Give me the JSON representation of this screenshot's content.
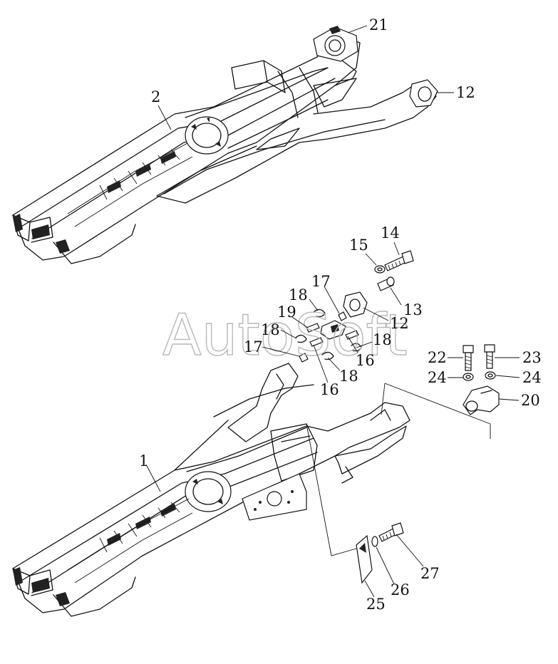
{
  "watermark": "AutoSoft",
  "callouts": {
    "c1": "1",
    "c2": "2",
    "c12a": "12",
    "c12b": "12",
    "c13": "13",
    "c14": "14",
    "c15": "15",
    "c16a": "16",
    "c16b": "16",
    "c17a": "17",
    "c17b": "17",
    "c18a": "18",
    "c18b": "18",
    "c18c": "18",
    "c18d": "18",
    "c19": "19",
    "c20": "20",
    "c21": "21",
    "c22": "22",
    "c23": "23",
    "c24a": "24",
    "c24b": "24",
    "c25": "25",
    "c26": "26",
    "c27": "27"
  }
}
